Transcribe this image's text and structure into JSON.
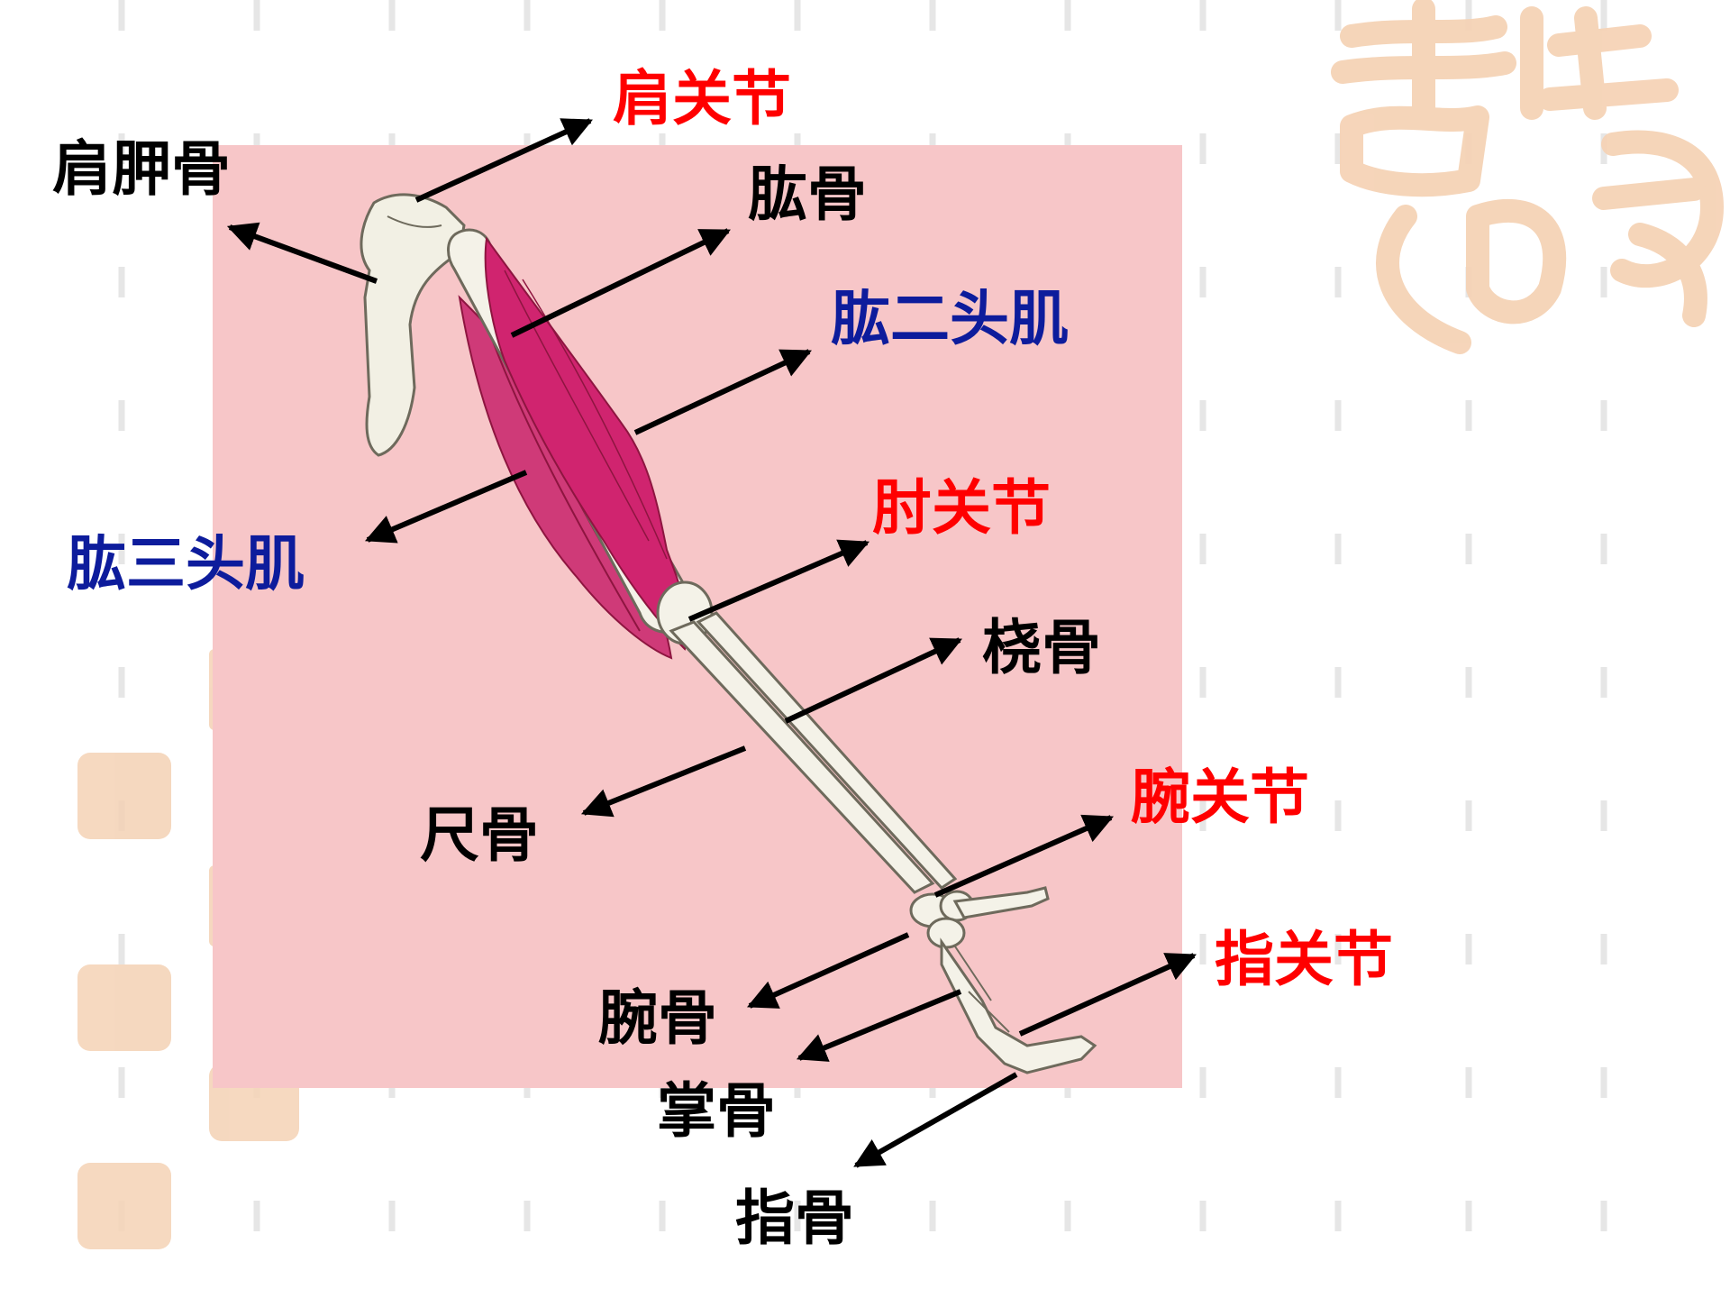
{
  "colors": {
    "panel": "#f7c6c8",
    "label_black": "#000000",
    "label_red": "#ff0000",
    "label_blue": "#0d1c9c",
    "muscle": "#d21f6e",
    "bone": "#f3f1e6",
    "seal": "#f3c9a4",
    "dash": "#e8e8e8"
  },
  "labels": {
    "shoulder_joint": "肩关节",
    "scapula": "肩胛骨",
    "humerus": "肱骨",
    "biceps": "肱二头肌",
    "triceps": "肱三头肌",
    "elbow_joint": "肘关节",
    "radius": "桡骨",
    "ulna": "尺骨",
    "wrist_joint": "腕关节",
    "carpals": "腕骨",
    "finger_joint": "指关节",
    "metacarpals": "掌骨",
    "phalanges": "指骨"
  }
}
